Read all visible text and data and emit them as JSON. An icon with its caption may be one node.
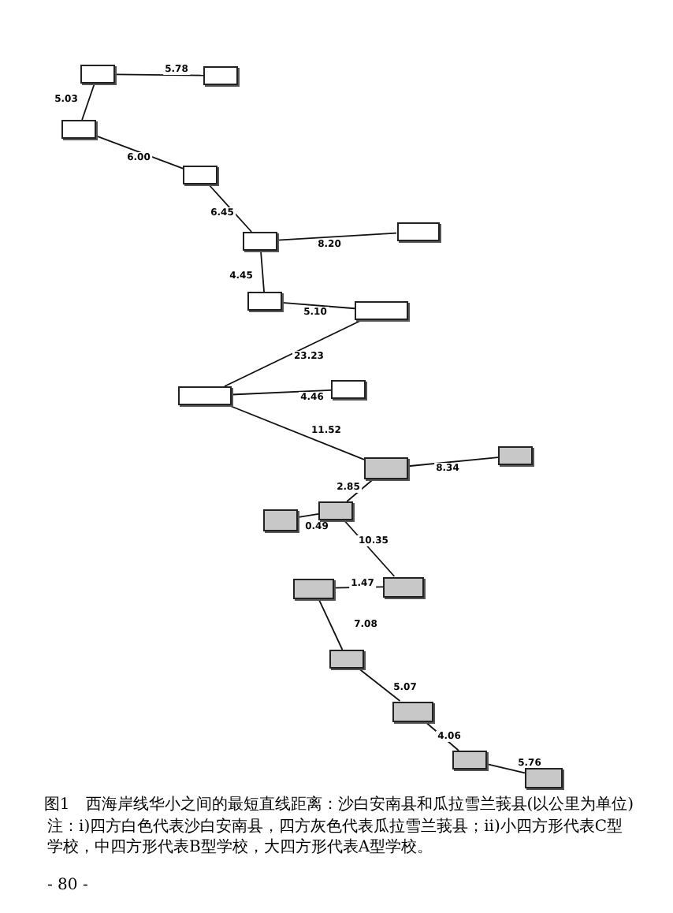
{
  "diagram": {
    "caption": "图1　西海岸线华小之间的最短直线距离：沙白安南县和瓜拉雪兰莪县(以公里为单位)",
    "nodes": [
      {
        "text": [],
        "shape": "box"
      },
      {
        "text": [],
        "shape": "box"
      },
      {
        "text": [],
        "shape": "box"
      },
      {
        "text": [],
        "shape": "box"
      },
      {
        "text": [],
        "shape": "box"
      },
      {
        "text": [],
        "shape": "box"
      },
      {
        "text": [],
        "shape": "box"
      },
      {
        "text": [],
        "shape": "box"
      },
      {
        "text": [],
        "shape": "box"
      },
      {
        "text": [],
        "shape": "box"
      },
      {
        "text": [],
        "shape": "box"
      },
      {
        "text": [],
        "shape": "box"
      },
      {
        "text": [],
        "shape": "box"
      },
      {
        "text": [],
        "shape": "box"
      },
      {
        "text": [],
        "shape": "box"
      },
      {
        "text": [],
        "shape": "box"
      },
      {
        "text": [],
        "shape": "box"
      },
      {
        "text": [],
        "shape": "box"
      },
      {
        "text": [],
        "shape": "box"
      },
      {
        "text": [],
        "shape": "box"
      }
    ],
    "edges": [
      {
        "from": 0,
        "to": 1,
        "arrow": "none",
        "label": "5.78"
      },
      {
        "from": 0,
        "to": 2,
        "arrow": "none",
        "label": "5.03"
      },
      {
        "from": 2,
        "to": 3,
        "arrow": "none",
        "label": "6.00"
      },
      {
        "from": 3,
        "to": 4,
        "arrow": "none",
        "label": "6.45"
      },
      {
        "from": 4,
        "to": 5,
        "arrow": "none",
        "label": "8.20"
      },
      {
        "from": 4,
        "to": 6,
        "arrow": "none",
        "label": "4.45"
      },
      {
        "from": 6,
        "to": 7,
        "arrow": "none",
        "label": "5.10"
      },
      {
        "from": 7,
        "to": 8,
        "arrow": "none",
        "label": "23.23"
      },
      {
        "from": 8,
        "to": 9,
        "arrow": "none",
        "label": "4.46"
      },
      {
        "from": 8,
        "to": 10,
        "arrow": "none",
        "label": "11.52"
      },
      {
        "from": 10,
        "to": 11,
        "arrow": "none",
        "label": "8.34"
      },
      {
        "from": 10,
        "to": 12,
        "arrow": "none",
        "label": "2.85"
      },
      {
        "from": 12,
        "to": 13,
        "arrow": "none",
        "label": "0.49"
      },
      {
        "from": 12,
        "to": 14,
        "arrow": "none",
        "label": "10.35"
      },
      {
        "from": 14,
        "to": 15,
        "arrow": "none",
        "label": "1.47"
      },
      {
        "from": 15,
        "to": 16,
        "arrow": "none",
        "label": "7.08"
      },
      {
        "from": 16,
        "to": 17,
        "arrow": "none",
        "label": "5.07"
      },
      {
        "from": 17,
        "to": 18,
        "arrow": "none",
        "label": "4.06"
      },
      {
        "from": 18,
        "to": 19,
        "arrow": "none",
        "label": "5.76"
      }
    ],
    "labels": [
      "注：i)四方白色代表沙白安南县，四方灰色代表瓜拉雪兰莪县；ii)小四方形代表C型学校，中四方形代表B型学校，大四方形代表A型学校。",
      "- 80 -"
    ]
  }
}
